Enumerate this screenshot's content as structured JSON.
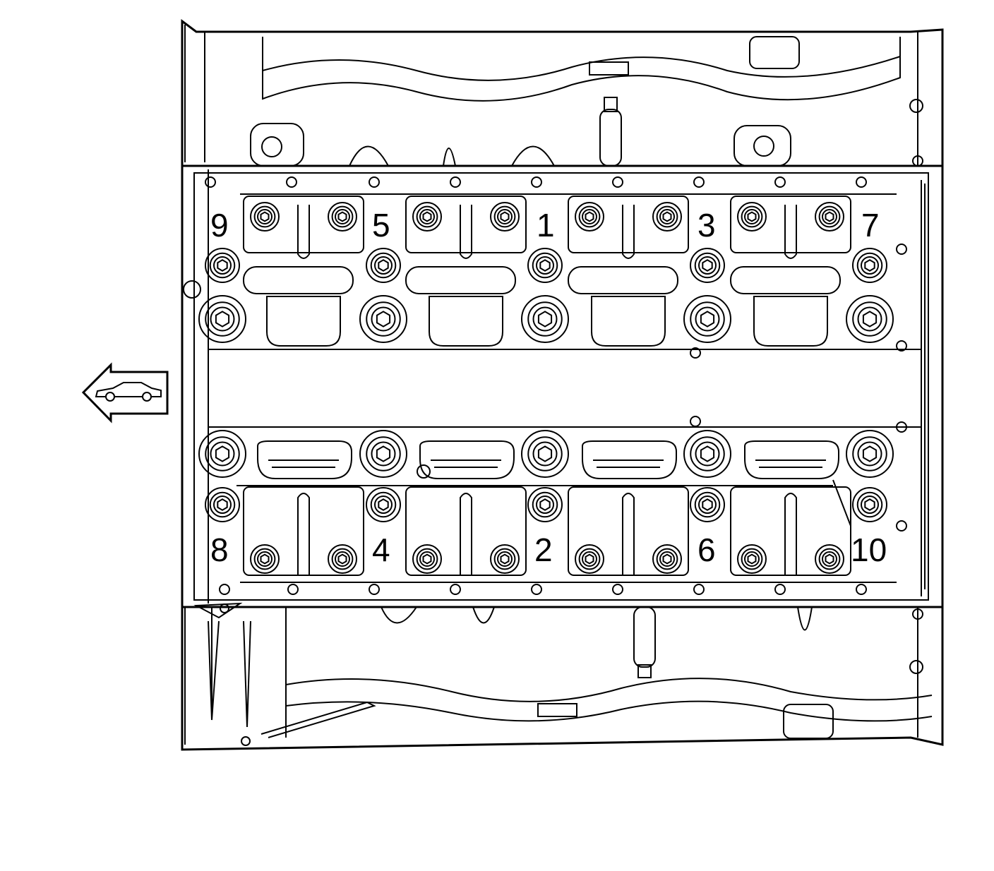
{
  "diagram": {
    "colors": {
      "line": "#000000",
      "background": "#ffffff"
    },
    "direction_icon": "front-of-vehicle-arrow-icon",
    "upper_row_labels": [
      "9",
      "5",
      "1",
      "3",
      "7"
    ],
    "lower_row_labels": [
      "8",
      "4",
      "2",
      "6",
      "10"
    ]
  }
}
